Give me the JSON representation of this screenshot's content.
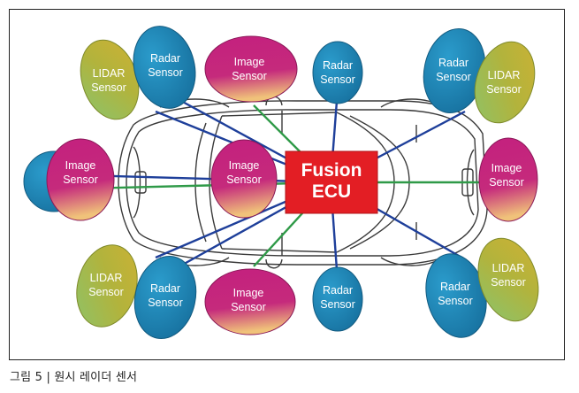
{
  "fusion": {
    "line1": "Fusion",
    "line2": "ECU"
  },
  "sensors": {
    "lidar_top_left": {
      "line1": "LIDAR",
      "line2": "Sensor"
    },
    "radar_top_left": {
      "line1": "Radar",
      "line2": "Sensor"
    },
    "image_top": {
      "line1": "Image",
      "line2": "Sensor"
    },
    "radar_top_center": {
      "line1": "Radar",
      "line2": "Sensor"
    },
    "radar_top_right": {
      "line1": "Radar",
      "line2": "Sensor"
    },
    "lidar_top_right": {
      "line1": "LIDAR",
      "line2": "Sensor"
    },
    "image_left": {
      "line1": "Image",
      "line2": "Sensor"
    },
    "image_center": {
      "line1": "Image",
      "line2": "Sensor"
    },
    "image_right": {
      "line1": "Image",
      "line2": "Sensor"
    },
    "lidar_bottom_left": {
      "line1": "LIDAR",
      "line2": "Sensor"
    },
    "radar_bottom_left": {
      "line1": "Radar",
      "line2": "Sensor"
    },
    "image_bottom": {
      "line1": "Image",
      "line2": "Sensor"
    },
    "radar_bottom_center": {
      "line1": "Radar",
      "line2": "Sensor"
    },
    "radar_bottom_right": {
      "line1": "Radar",
      "line2": "Sensor"
    },
    "lidar_bottom_right": {
      "line1": "LIDAR",
      "line2": "Sensor"
    }
  },
  "colors": {
    "radar": "#1f86b6",
    "image": "#c4207e",
    "lidar": "#a8b535",
    "ecu": "#e31e24",
    "blue_link": "#1e3f9a",
    "green_link": "#2f9a48"
  },
  "caption": "그림 5 | 원시 레이더 센서"
}
